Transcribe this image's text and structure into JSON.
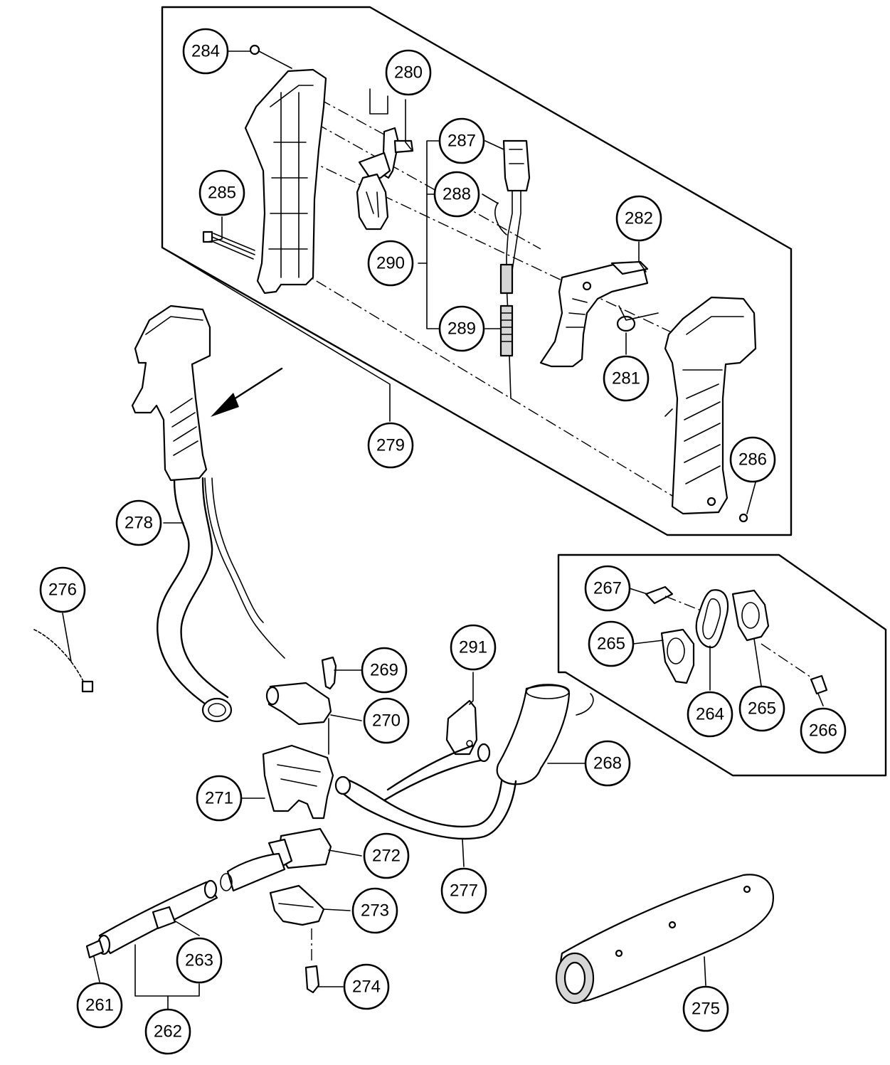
{
  "callouts": [
    {
      "id": "c284",
      "label": "284"
    },
    {
      "id": "c280",
      "label": "280"
    },
    {
      "id": "c287",
      "label": "287"
    },
    {
      "id": "c288",
      "label": "288"
    },
    {
      "id": "c285",
      "label": "285"
    },
    {
      "id": "c282",
      "label": "282"
    },
    {
      "id": "c290",
      "label": "290"
    },
    {
      "id": "c289",
      "label": "289"
    },
    {
      "id": "c281",
      "label": "281"
    },
    {
      "id": "c279",
      "label": "279"
    },
    {
      "id": "c286",
      "label": "286"
    },
    {
      "id": "c278",
      "label": "278"
    },
    {
      "id": "c276",
      "label": "276"
    },
    {
      "id": "c267",
      "label": "267"
    },
    {
      "id": "c265a",
      "label": "265"
    },
    {
      "id": "c291",
      "label": "291"
    },
    {
      "id": "c269",
      "label": "269"
    },
    {
      "id": "c270",
      "label": "270"
    },
    {
      "id": "c264",
      "label": "264"
    },
    {
      "id": "c265b",
      "label": "265"
    },
    {
      "id": "c266",
      "label": "266"
    },
    {
      "id": "c268",
      "label": "268"
    },
    {
      "id": "c271",
      "label": "271"
    },
    {
      "id": "c272",
      "label": "272"
    },
    {
      "id": "c277",
      "label": "277"
    },
    {
      "id": "c273",
      "label": "273"
    },
    {
      "id": "c263",
      "label": "263"
    },
    {
      "id": "c274",
      "label": "274"
    },
    {
      "id": "c261",
      "label": "261"
    },
    {
      "id": "c262",
      "label": "262"
    },
    {
      "id": "c275",
      "label": "275"
    }
  ]
}
